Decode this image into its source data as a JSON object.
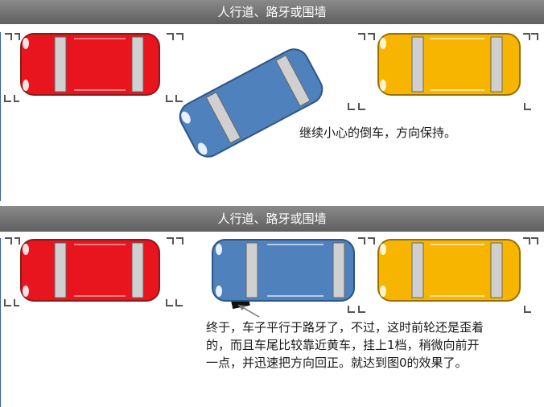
{
  "top_panel": {
    "banner": "人行道、路牙或围墙",
    "caption": "继续小心的倒车，方向保持。"
  },
  "bottom_panel": {
    "banner": "人行道、路牙或围墙",
    "caption_lines": [
      "终于，车子平行于路牙了，不过，这时前轮还是歪着",
      "的，而且车尾比较靠近黄车，挂上1档，稍微向前开",
      "一点，并迅速把方向回正。就达到图0的效果了。"
    ]
  },
  "colors": {
    "red_car": "#e8141e",
    "blue_car": "#4f81bd",
    "yellow_car": "#f7b500",
    "banner": "#707070"
  }
}
